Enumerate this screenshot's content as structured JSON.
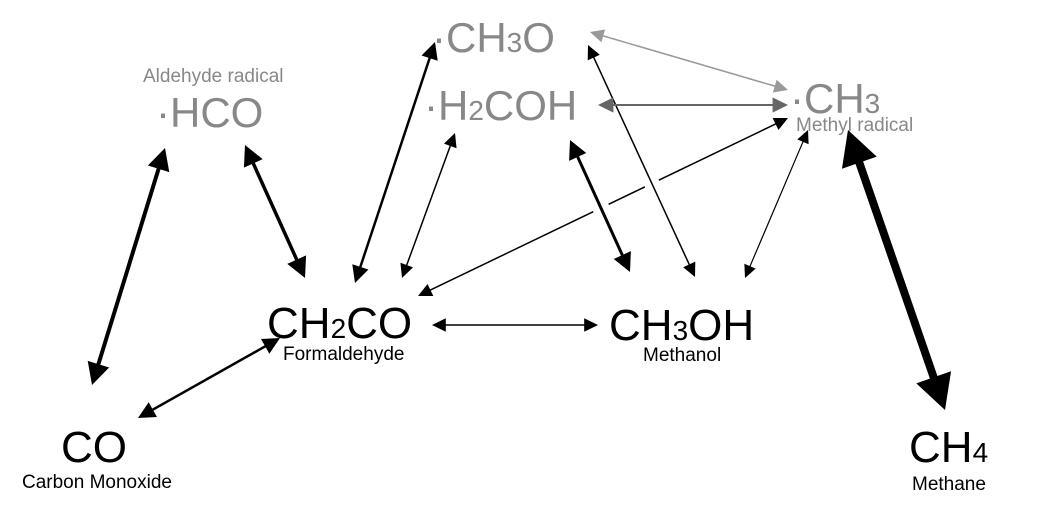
{
  "colors": {
    "black": "#000000",
    "gray_light": "#999999",
    "gray_text": "#888888",
    "gray_dark": "#666666"
  },
  "species": {
    "hco": {
      "pre": "·HCO",
      "sub": "",
      "post": "",
      "label": "Aldehyde radical"
    },
    "ch3o": {
      "pre": "·CH",
      "sub": "3",
      "post": "O"
    },
    "h2coh": {
      "pre": "·H",
      "sub": "2",
      "post": "COH"
    },
    "ch3": {
      "pre": "·CH",
      "sub": "3",
      "post": "",
      "label": "Methyl radical"
    },
    "ch2co": {
      "pre": "CH",
      "sub": "2",
      "post": "CO",
      "label": "Formaldehyde"
    },
    "ch3oh": {
      "pre": "CH",
      "sub": "3",
      "post": "OH",
      "label": "Methanol"
    },
    "co": {
      "pre": "CO",
      "sub": "",
      "post": "",
      "label": "Carbon Monoxide"
    },
    "ch4": {
      "pre": "CH",
      "sub": "4",
      "post": "",
      "label": "Methane"
    }
  },
  "reactions": [
    {
      "from": "co",
      "to": "hco",
      "weight": 4
    },
    {
      "from": "hco",
      "to": "ch2co",
      "weight": 3.5
    },
    {
      "from": "co",
      "to": "ch2co",
      "weight": 2.5
    },
    {
      "from": "ch2co",
      "to": "ch3o",
      "weight": 2.5
    },
    {
      "from": "ch2co",
      "to": "h2coh",
      "weight": 1.5
    },
    {
      "from": "ch2co",
      "to": "ch3",
      "weight": 1.5
    },
    {
      "from": "h2coh",
      "to": "ch3oh",
      "weight": 3
    },
    {
      "from": "ch3o",
      "to": "ch3oh",
      "weight": 1.5
    },
    {
      "from": "ch3oh",
      "to": "ch3",
      "weight": 1.2
    },
    {
      "from": "ch3o",
      "to": "ch3",
      "weight": 1.5,
      "color": "#999999"
    },
    {
      "from": "h2coh",
      "to": "ch3",
      "weight": 2,
      "color": "#666666"
    },
    {
      "from": "ch2co",
      "to": "ch3oh",
      "weight": 1.5
    },
    {
      "from": "ch3",
      "to": "ch4",
      "weight": 8
    }
  ]
}
